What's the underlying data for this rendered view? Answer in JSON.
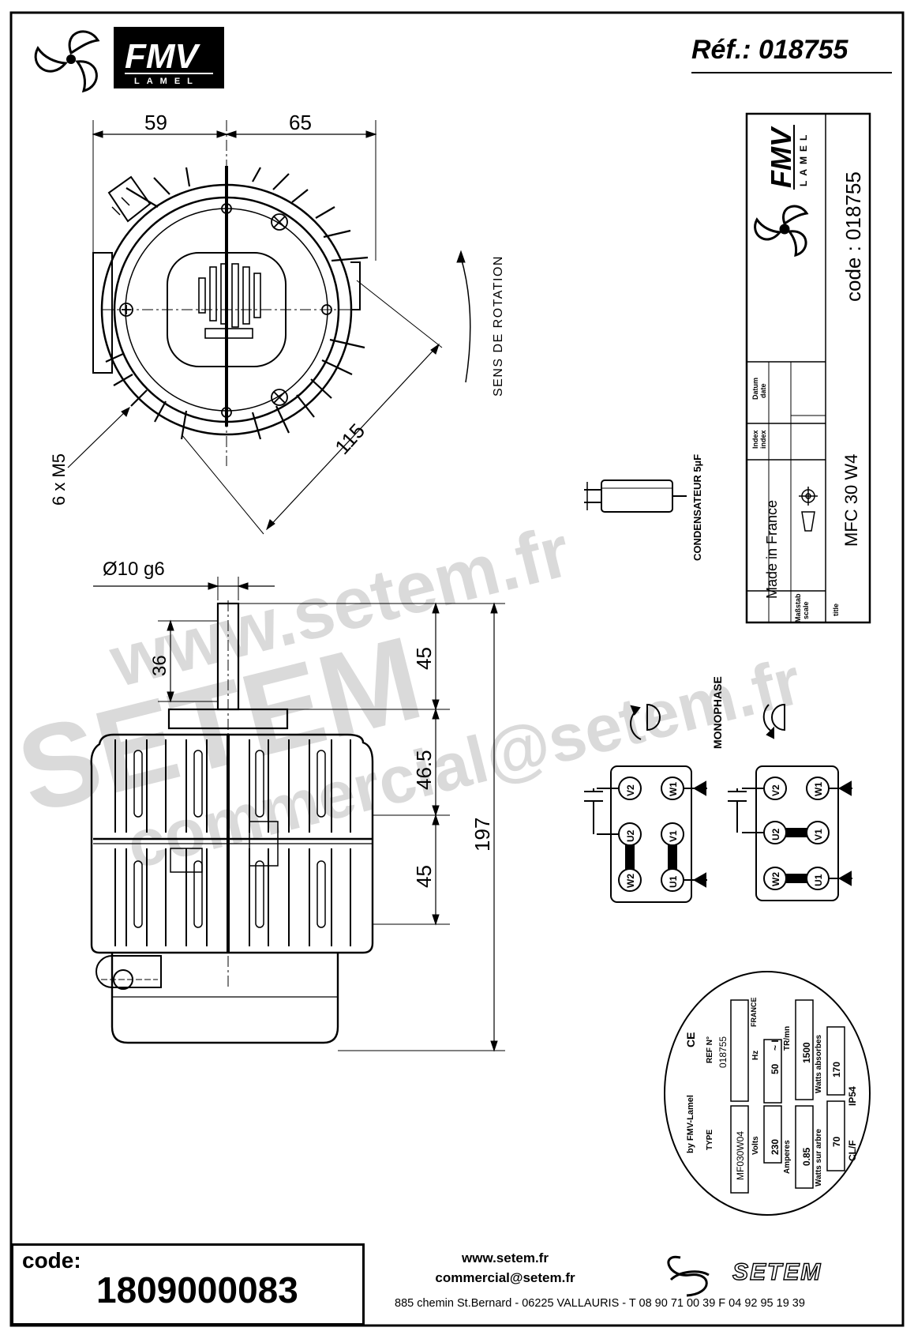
{
  "header": {
    "brand": "FMV",
    "brand_sub": "LAMEL",
    "reference": "Réf.: 018755"
  },
  "dimensions": {
    "top_left": "59",
    "top_right": "65",
    "diameter": "115",
    "mounting": "6 x M5",
    "shaft": "Ø10  g6",
    "shaft_key": "36",
    "seg1": "45",
    "seg2": "46.5",
    "seg3": "45",
    "total": "197"
  },
  "rotation_label": "SENS DE ROTATION",
  "capacitor_label": "CONDENSATEUR 5µF",
  "wiring": {
    "title": "MONOPHASE",
    "terminals": [
      "V2",
      "W1",
      "U2",
      "V1",
      "W2",
      "U1"
    ]
  },
  "title_block": {
    "brand": "FMV",
    "brand_sub": "LAMEL",
    "code": "code : 018755",
    "datum": "Datum",
    "date": "date",
    "index_de": "Index",
    "index_en": "index",
    "made_in": "Made in France",
    "scale_de": "Maßstab",
    "scale_en": "scale",
    "title_label": "title",
    "model": "MFC 30 W4"
  },
  "nameplate": {
    "ce": "CE",
    "by": "by FMV-Lamel",
    "ref_label": "REF N°",
    "ref": "018755",
    "type_label": "TYPE",
    "type": "MF030W04",
    "france": "FRANCE",
    "hz_label": "Hz",
    "hz": "50",
    "phase": "~ I",
    "volts_label": "Volts",
    "volts": "230",
    "trmn_label": "TR/mn",
    "trmn": "1500",
    "amperes_label": "Amperes",
    "amperes": "0.85",
    "watts_abs_label": "Watts absorbes",
    "watts_abs": "170",
    "watts_arbre_label": "Watts sur arbre",
    "watts_arbre": "70",
    "ip": "IP54",
    "class": "CL/F"
  },
  "footer": {
    "code_label": "code:",
    "code": "1809000083",
    "website": "www.setem.fr",
    "email": "commercial@setem.fr",
    "address": "885 chemin St.Bernard  -  06225 VALLAURIS  -  T 08 90 71 00 39   F 04 92 95 19 39",
    "logo": "SETEM"
  },
  "watermark": {
    "line1": "www.setem.fr",
    "line2": "SETEM",
    "line3": "commercial@setem.fr"
  }
}
